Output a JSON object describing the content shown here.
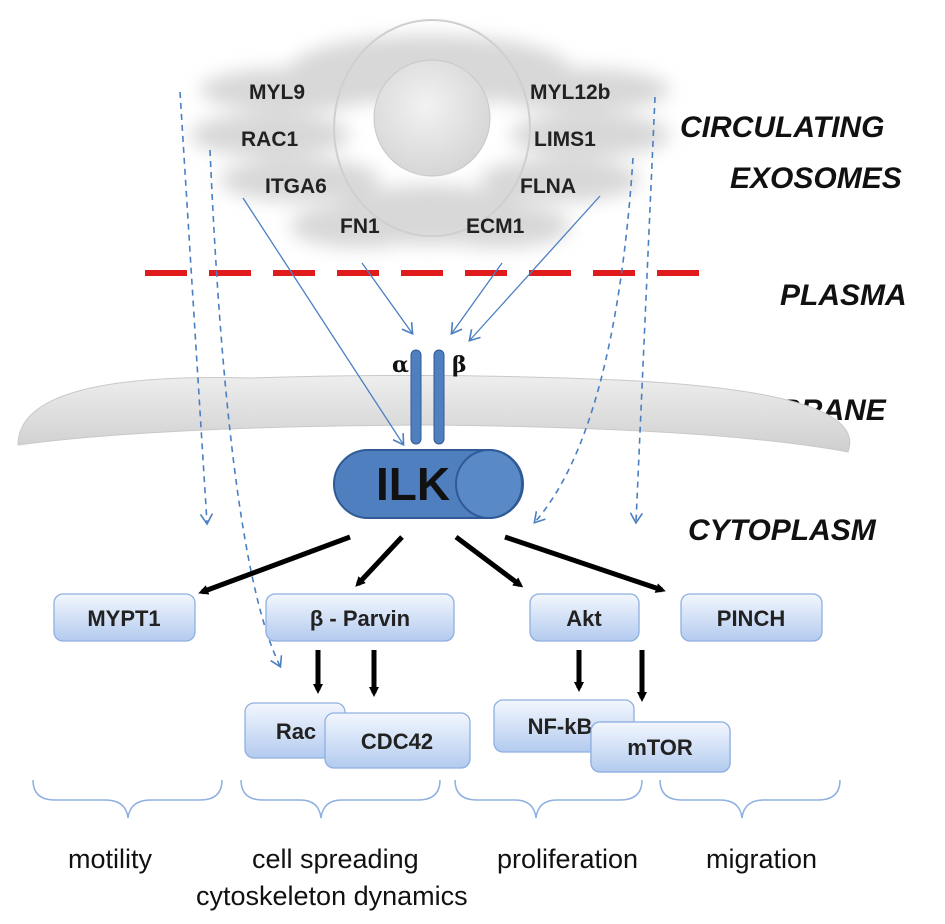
{
  "regions": {
    "circulating": "CIRCULATING",
    "exosomes": "EXOSOMES",
    "plasma": "PLASMA",
    "cell_membrane": "CELL MEMBRANE",
    "cytoplasm": "CYTOPLASM"
  },
  "exosome_proteins": {
    "myl9": "MYL9",
    "myl12b": "MYL12b",
    "rac1": "RAC1",
    "lims1": "LIMS1",
    "itga6": "ITGA6",
    "flna": "FLNA",
    "fn1": "FN1",
    "ecm1": "ECM1"
  },
  "integrin": {
    "alpha": "α",
    "beta": "β"
  },
  "ilk": "ILK",
  "effectors": {
    "mypt1": "MYPT1",
    "parvin": "β - Parvin",
    "akt": "Akt",
    "pinch": "PINCH",
    "rac": "Rac",
    "cdc42": "CDC42",
    "nfkb": "NF-kB",
    "mtor": "mTOR"
  },
  "outcomes": {
    "motility": "motility",
    "cell_spreading": "cell spreading",
    "cytoskeleton": "cytoskeleton dynamics",
    "proliferation": "proliferation",
    "migration": "migration"
  },
  "colors": {
    "plasma_line": "#e11b1b",
    "dashed_arrow": "#4a7fc1",
    "ilk_fill": "#4f7fbf",
    "box_fill_top": "#eef4fd",
    "box_fill_bottom": "#b7cff0",
    "membrane": "#d9d9d9"
  }
}
